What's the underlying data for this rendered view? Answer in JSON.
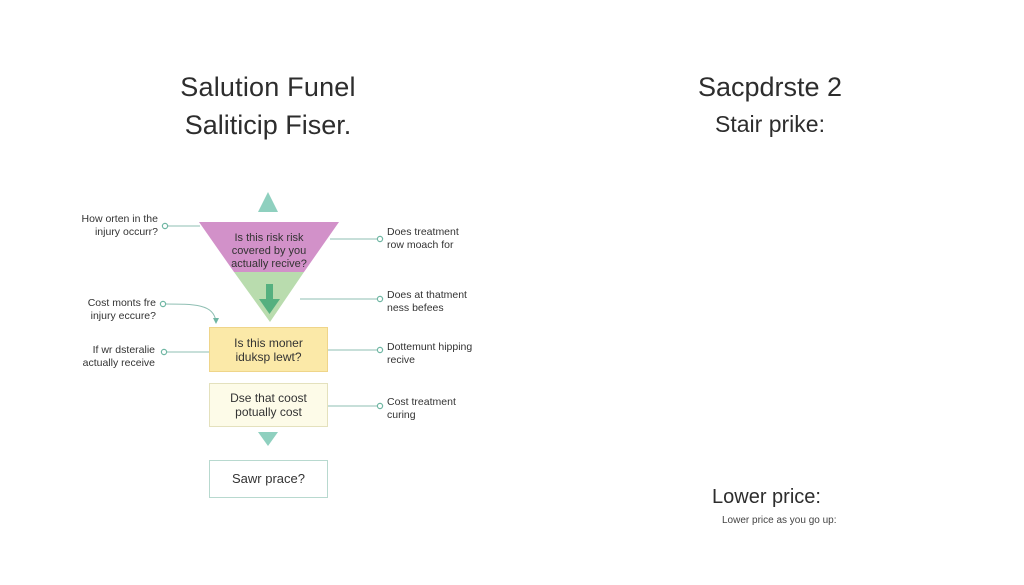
{
  "left_panel": {
    "title": "Salution Funel",
    "subtitle": "Saliticip Fiser.",
    "funnel_top_text": [
      "Is this risk risk",
      "covered by you",
      "actually recive?"
    ],
    "box1_text": [
      "Is this moner",
      "iduksp lewt?"
    ],
    "box2_text": [
      "Dse that coost",
      "potually cost"
    ],
    "box3_text": "Sawr prace?",
    "annotations_left": [
      [
        "How orten in the",
        "injury occurr?"
      ],
      [
        "Cost monts fre",
        "injury eccure?"
      ],
      [
        "If wr dsteralie",
        "actually receive"
      ]
    ],
    "annotations_right": [
      [
        "Does treatment",
        "row moach for"
      ],
      [
        "Does at thatment",
        "ness befees"
      ],
      [
        "Dottemunt hipping",
        "recive"
      ],
      [
        "Cost treatment",
        "curing"
      ]
    ]
  },
  "right_panel": {
    "title": "Sacpdrste 2",
    "subtitle": "Stair prike:",
    "bottom_label": "Lower price:",
    "bottom_note": "Lower price as you go up:"
  },
  "colors": {
    "funnel_top": "#d291c9",
    "funnel_bottom": "#b9dcae",
    "arrow_teal": "#8fd0bf",
    "arrow_green": "#55b07f",
    "connector": "#8fbfb3",
    "box_yellow": "#fbe9a8",
    "box_cream": "#fdfbe8",
    "box_border_teal": "#b8d9cf"
  }
}
